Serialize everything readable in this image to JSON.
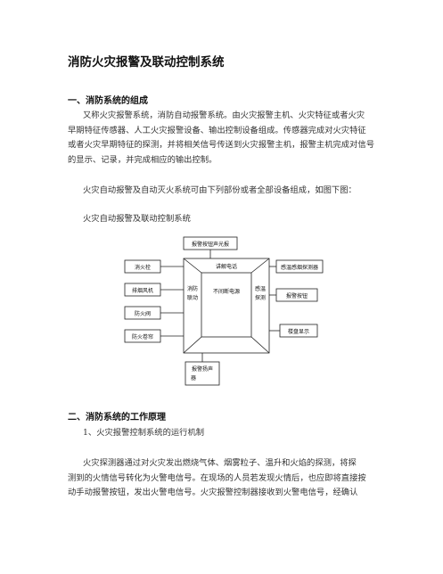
{
  "doc": {
    "title": "消防火灾报警及联动控制系统",
    "section1": {
      "heading": "一、消防系统的组成",
      "para1": [
        "又称火灾报警系统，消防自动报警系统。由火灾报警主机、火灾特征或者火灾",
        "早期特征传感器、人工火灾报警设备、输出控制设备组成。传感器完成对火灾特征",
        "或者火灾早期特征的探测，并将相关信号传送到火灾报警主机，报警主机完成对信号",
        "的显示、记录，并完成相应的输出控制。"
      ],
      "para2": "火灾自动报警及自动灭火系统可由下列部份或者全部设备组成，如图下图：",
      "caption": "火灾自动报警及联动控制系统"
    },
    "diagram": {
      "top_box": "报警按钮声光报",
      "left_boxes": [
        "消火栓",
        "排烟风机",
        "防火阀",
        "防火卷帘"
      ],
      "right_boxes": [
        "感温感烟探测器",
        "报警按钮",
        "楼盘显示"
      ],
      "bottom_box": [
        "报警扬声",
        "器"
      ],
      "top_trap": "讲解电话",
      "left_trap": [
        "消防",
        "联动"
      ],
      "right_trap": [
        "感温",
        "探测"
      ],
      "center": "不间断电源"
    },
    "section2": {
      "heading": "二、消防系统的工作原理",
      "sub1": "1、火灾报警控制系统的运行机制",
      "para": [
        "火灾探测器通过对火灾发出燃烧气体、烟雾粒子、温升和火焰的探测，将探",
        "测到的火情信号转化为火警电信号。在现场的人员若发现火情后，也应即将直接按",
        "动手动报警按钮，发出火警电信号。火灾报警控制器接收到火警电信号，经确认"
      ]
    }
  }
}
